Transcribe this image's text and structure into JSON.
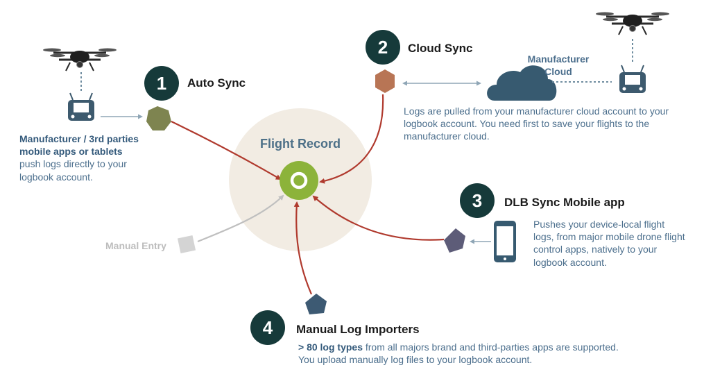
{
  "center": {
    "label": "Flight Record"
  },
  "auto_sync": {
    "number": "1",
    "title": "Auto Sync",
    "source_bold": "Manufacturer / 3rd parties mobile apps or tablets",
    "source_desc": "push logs directly to your logbook account."
  },
  "cloud_sync": {
    "number": "2",
    "title": "Cloud Sync",
    "cloud_label": "Manufacturer Cloud",
    "desc": "Logs are pulled from your manufacturer cloud account to your logbook account. You need first to save your flights to the manufacturer cloud."
  },
  "dlb_sync": {
    "number": "3",
    "title": "DLB Sync Mobile app",
    "desc": "Pushes your device-local flight logs, from major mobile drone flight control apps, natively to your logbook account."
  },
  "importers": {
    "number": "4",
    "title": "Manual  Log Importers",
    "desc_bold": "> 80 log types",
    "desc_rest": " from all majors brand  and third-parties apps are supported.",
    "desc_line2": "You upload manually log files to your logbook account."
  },
  "manual_entry": {
    "label": "Manual Entry"
  },
  "icons": {
    "drone": "drone-icon",
    "remote": "remote-controller-icon",
    "cloud": "cloud-icon",
    "phone": "smartphone-icon"
  },
  "colors": {
    "badge": "#163a3a",
    "arrow": "#b03a2e",
    "manual_arrow": "#bfbfbf",
    "hub": "#8cb33a",
    "halo": "#f2ece3",
    "node_auto": "#7e8450",
    "node_cloud": "#b87555",
    "node_dlb": "#5d5c78",
    "node_importer": "#3d5a73",
    "node_manual": "#d4d4d4"
  }
}
